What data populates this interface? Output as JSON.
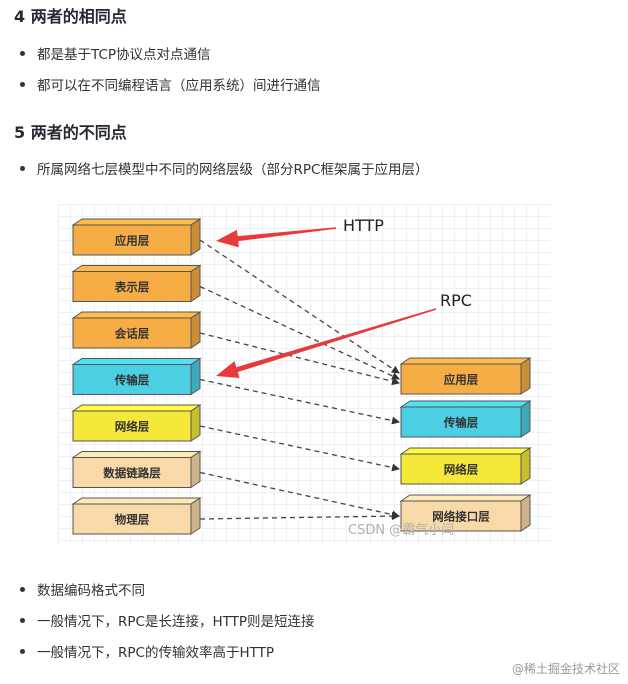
{
  "section4": {
    "title": "4 两者的相同点",
    "items": [
      "都是基于TCP协议点对点通信",
      "都可以在不同编程语言（应用系统）间进行通信"
    ]
  },
  "section5": {
    "title": "5 两者的不同点",
    "items_top": [
      "所属网络七层模型中不同的网络层级（部分RPC框架属于应用层）"
    ],
    "items_bottom": [
      "数据编码格式不同",
      "一般情况下，RPC是长连接，HTTP则是短连接",
      "一般情况下，RPC的传输效率高于HTTP"
    ]
  },
  "diagram": {
    "left_layers": [
      {
        "label": "应用层",
        "color": "#f6ad46"
      },
      {
        "label": "表示层",
        "color": "#f6ad46"
      },
      {
        "label": "会话层",
        "color": "#f6ad46"
      },
      {
        "label": "传输层",
        "color": "#4ccfe2"
      },
      {
        "label": "网络层",
        "color": "#f5e83a"
      },
      {
        "label": "数据链路层",
        "color": "#fad9a8"
      },
      {
        "label": "物理层",
        "color": "#fad9a8"
      }
    ],
    "right_layers": [
      {
        "label": "应用层",
        "color": "#f6ad46"
      },
      {
        "label": "传输层",
        "color": "#4ccfe2"
      },
      {
        "label": "网络层",
        "color": "#f5e83a"
      },
      {
        "label": "网络接口层",
        "color": "#fad9a8"
      }
    ],
    "callouts": {
      "http": "HTTP",
      "rpc": "RPC"
    },
    "watermark": "CSDN @霸气小闫",
    "arrow_color": "#e83a3a"
  },
  "footer": {
    "watermark": "@稀土掘金技术社区"
  }
}
